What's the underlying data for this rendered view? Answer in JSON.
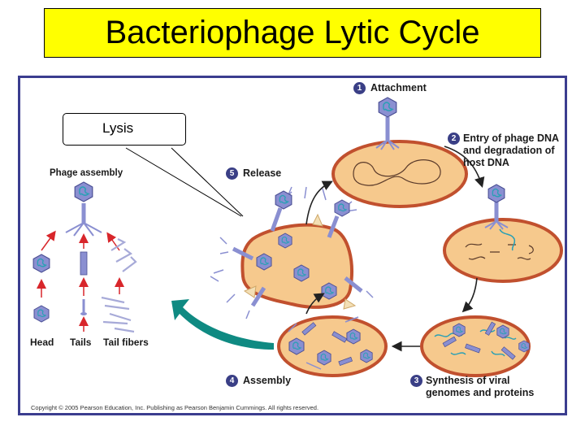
{
  "title": "Bacteriophage Lytic Cycle",
  "callout": "Lysis",
  "steps": [
    {
      "num": "1",
      "label": "Attachment"
    },
    {
      "num": "2",
      "label": "Entry of phage DNA\nand degradation of\nhost DNA"
    },
    {
      "num": "3",
      "label": "Synthesis of viral\ngenomes and proteins"
    },
    {
      "num": "4",
      "label": "Assembly"
    },
    {
      "num": "5",
      "label": "Release"
    }
  ],
  "assembly": {
    "heading": "Phage assembly",
    "parts": [
      "Head",
      "Tails",
      "Tail fibers"
    ]
  },
  "copyright": "Copyright © 2005 Pearson Education, Inc. Publishing as Pearson Benjamin Cummings. All rights reserved.",
  "colors": {
    "title_bg": "#ffff00",
    "frame": "#3b3d8f",
    "cell_fill": "#f6c98d",
    "cell_border": "#c1502e",
    "phage": "#8a8fd1",
    "viral_dna": "#2aa0b5",
    "assembly_arrow": "#0f8a82",
    "red_arrow": "#d8262b"
  }
}
